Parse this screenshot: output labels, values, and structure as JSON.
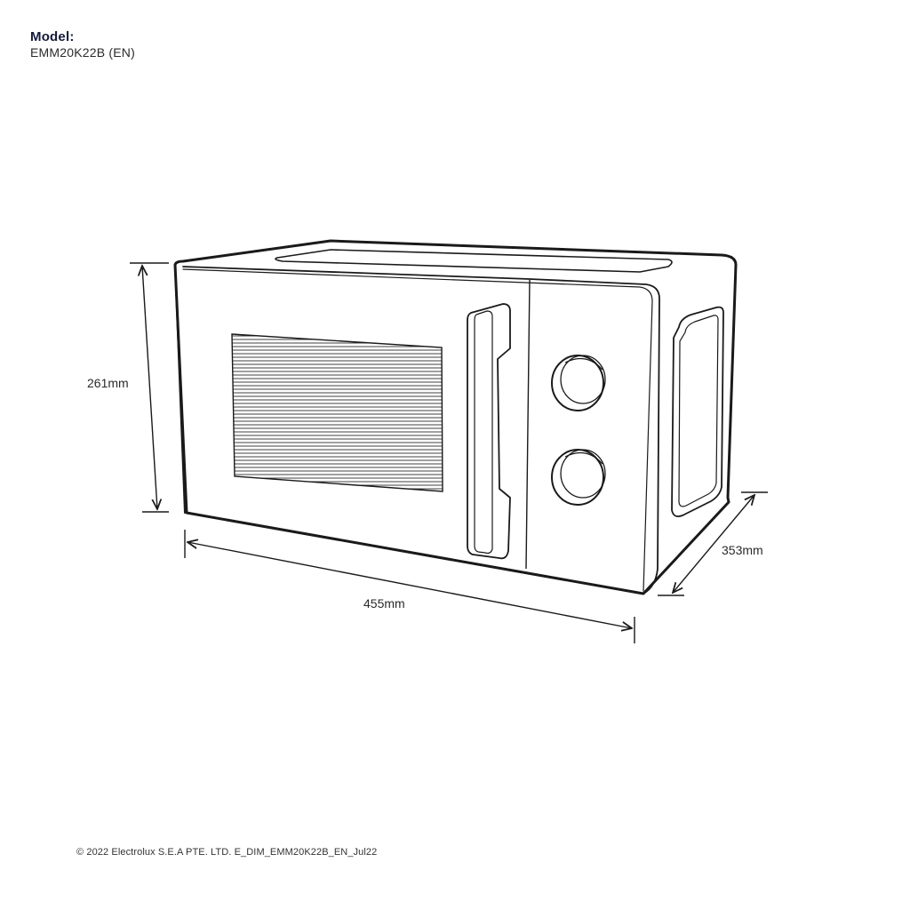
{
  "header": {
    "model_heading": "Model:",
    "model_value": "EMM20K22B (EN)"
  },
  "dimensions": {
    "height": "261mm",
    "width": "455mm",
    "depth": "353mm"
  },
  "footer": {
    "copyright": "© 2022 Electrolux S.E.A PTE. LTD. E_DIM_EMM20K22B_EN_Jul22"
  },
  "colors": {
    "line": "#1a1a1a",
    "heading": "#141a3a"
  }
}
